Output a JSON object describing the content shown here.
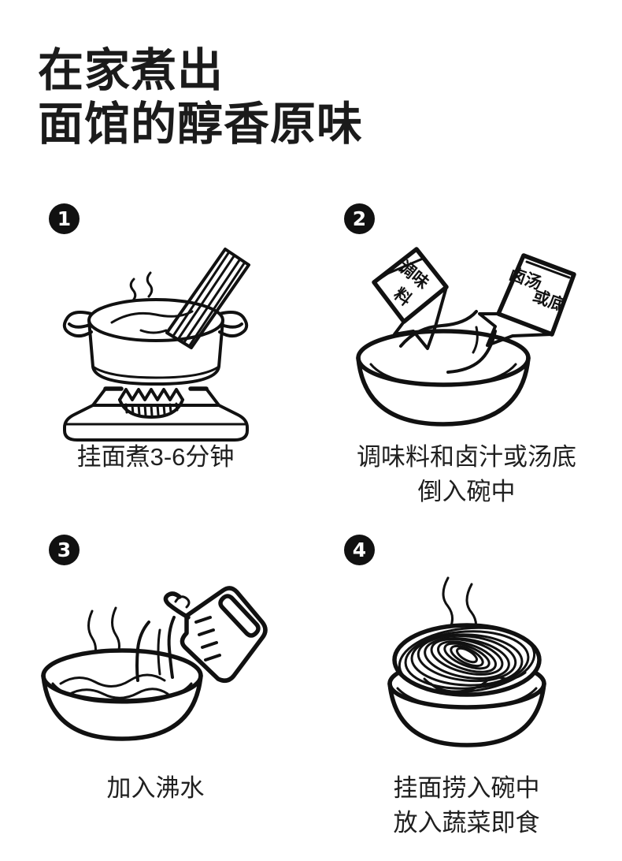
{
  "page": {
    "background_color": "#ffffff",
    "ink_color": "#111111"
  },
  "heading": {
    "line1": "在家煮出",
    "line2": "面馆的醇香原味"
  },
  "steps": [
    {
      "number": "1",
      "illustration": "pot-on-stove-with-noodles",
      "caption_line1": "挂面煮3-6分钟",
      "caption_line2": ""
    },
    {
      "number": "2",
      "illustration": "bowl-with-seasoning-packets",
      "caption_line1": "调味料和卤汁或汤底",
      "caption_line2": "倒入碗中",
      "packets": [
        {
          "name": "seasoning-packet",
          "line1": "调味",
          "line2": "料"
        },
        {
          "name": "broth-packet",
          "col_right": "卤汤",
          "col_left": "或底"
        }
      ]
    },
    {
      "number": "3",
      "illustration": "kettle-pouring-boiling-water-into-bowl",
      "caption_line1": "加入沸水",
      "caption_line2": ""
    },
    {
      "number": "4",
      "illustration": "bowl-of-noodles-with-steam",
      "caption_line1": "挂面捞入碗中",
      "caption_line2": "放入蔬菜即食"
    }
  ]
}
